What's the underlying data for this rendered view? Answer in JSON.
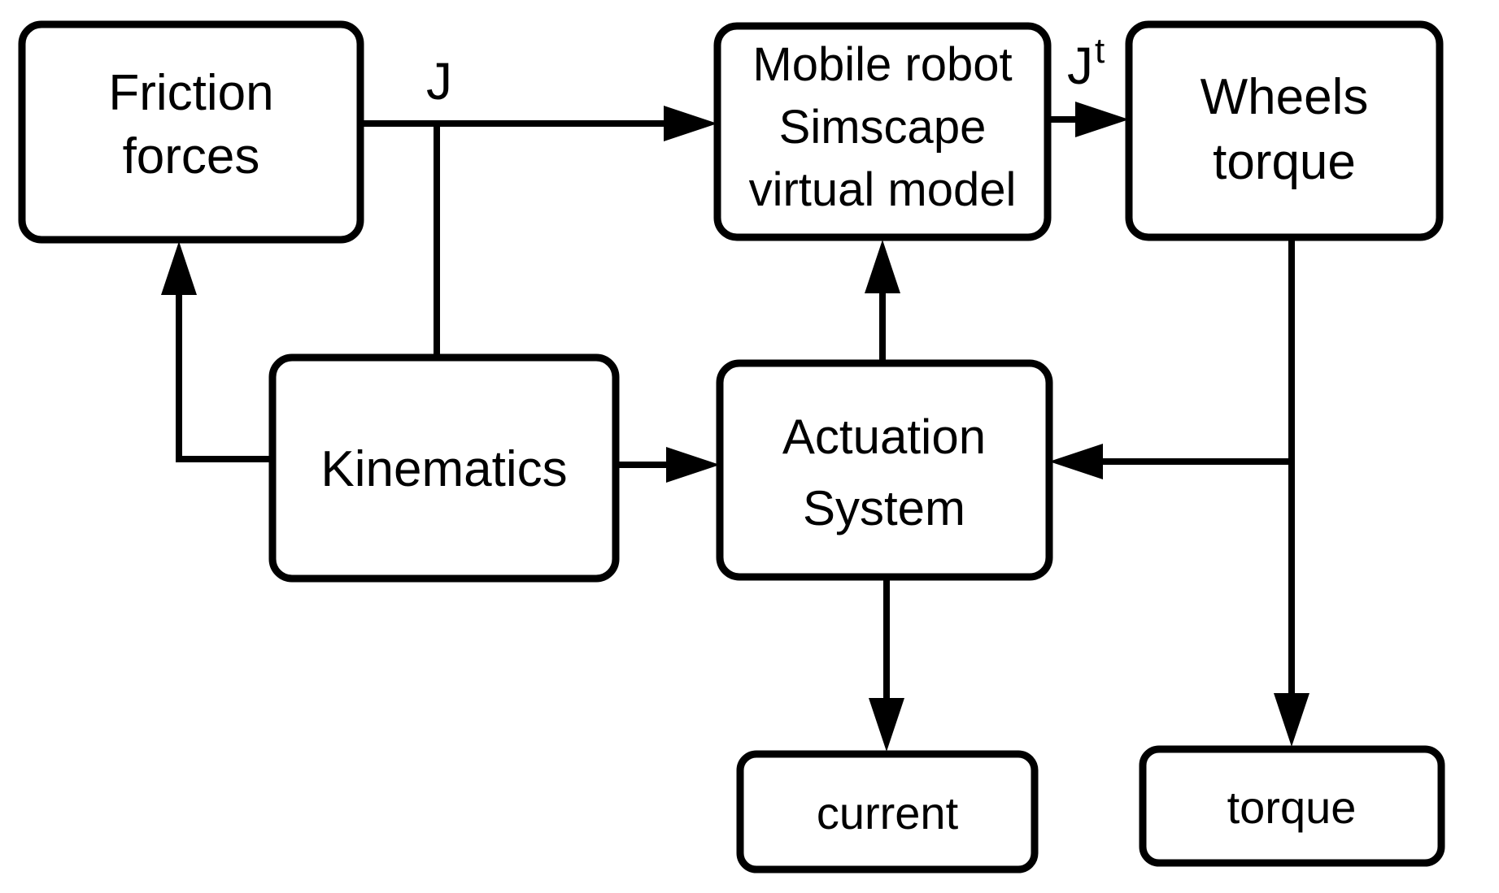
{
  "diagram": {
    "type": "block-diagram",
    "background_color": "#ffffff",
    "stroke_color": "#000000",
    "box_fill_color": "#ffffff",
    "nodes": {
      "friction_forces": {
        "lines": [
          "Friction",
          "forces"
        ]
      },
      "mobile_robot": {
        "lines": [
          "Mobile robot",
          "Simscape",
          "virtual model"
        ]
      },
      "wheels_torque": {
        "lines": [
          "Wheels",
          "torque"
        ]
      },
      "kinematics": {
        "lines": [
          "Kinematics"
        ]
      },
      "actuation_system": {
        "lines": [
          "Actuation",
          "System"
        ]
      },
      "current": {
        "lines": [
          "current"
        ]
      },
      "torque": {
        "lines": [
          "torque"
        ]
      }
    },
    "edge_labels": {
      "j": "J",
      "jt_base": "J",
      "jt_sup": "t"
    },
    "edges": [
      "Friction forces -> Mobile robot Simscape virtual model (label J)",
      "J line branches down -> Kinematics top",
      "Mobile robot Simscape virtual model -> Wheels torque (label Jt)",
      "Kinematics -> Friction forces (elbow up arrow)",
      "Kinematics -> Actuation System",
      "Actuation System -> Mobile robot Simscape virtual model (up arrow)",
      "Actuation System -> current (down arrow)",
      "Wheels torque -> torque (down arrow)",
      "Wheels torque line branches left -> Actuation System"
    ]
  }
}
